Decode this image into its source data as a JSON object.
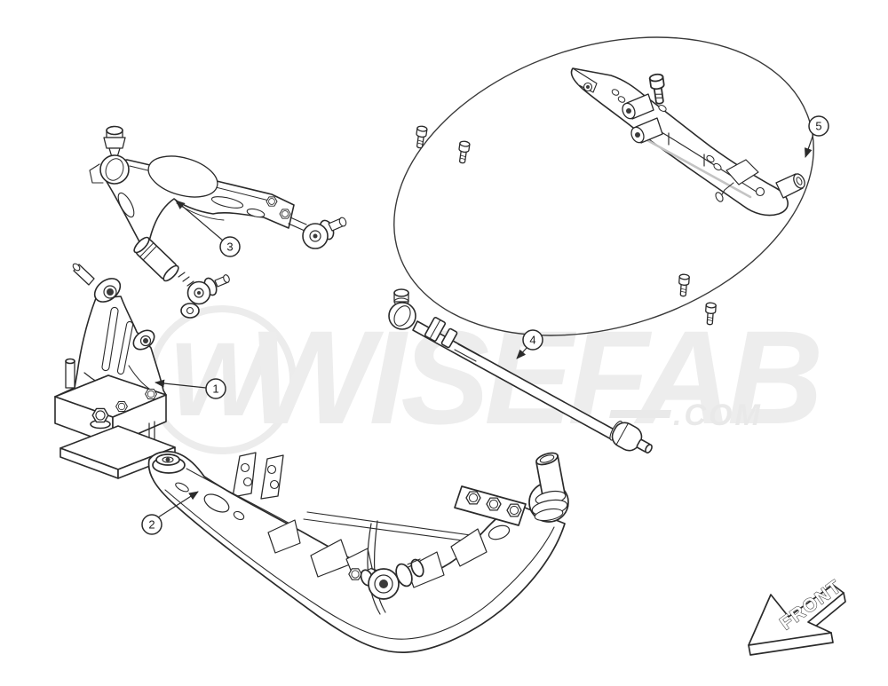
{
  "colors": {
    "background": "#ffffff",
    "line": "#2b2b2b",
    "watermark": "#ececec"
  },
  "watermark": {
    "logo_text": "W",
    "brand": "WISEFAB",
    "suffix": ".COM"
  },
  "front_indicator": {
    "label": "FRONT"
  },
  "callouts": [
    {
      "label": "1"
    },
    {
      "label": "2"
    },
    {
      "label": "3"
    },
    {
      "label": "4"
    },
    {
      "label": "5"
    }
  ]
}
